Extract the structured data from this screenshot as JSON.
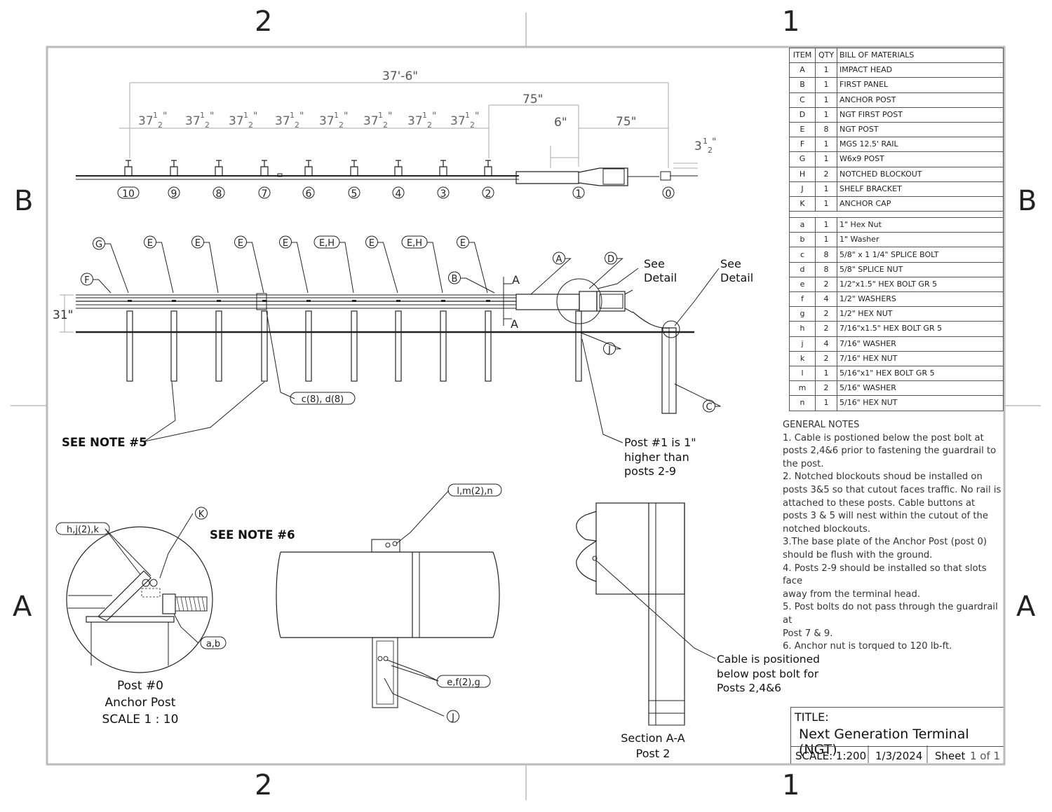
{
  "zones": {
    "top_left": "2",
    "top_right": "1",
    "bottom_left": "2",
    "bottom_right": "1",
    "left_upper": "B",
    "left_lower": "A",
    "right_upper": "B",
    "right_lower": "A"
  },
  "elevation_view": {
    "overall_dim": "37'-6\"",
    "span_dim_whole": "37",
    "span_dim_frac_num": "1",
    "span_dim_frac_den": "2",
    "span_dim_unit": "\"",
    "dim_75_upper": "75\"",
    "dim_75_lower": "75\"",
    "dim_6": "6\"",
    "dim_3_whole": "3",
    "dim_3_num": "1",
    "dim_3_den": "2",
    "dim_3_unit": "\"",
    "post_numbers": [
      "10",
      "9",
      "8",
      "7",
      "6",
      "5",
      "4",
      "3",
      "2",
      "1",
      "0"
    ]
  },
  "plan_view": {
    "callouts": [
      "G",
      "E",
      "E",
      "E",
      "E",
      "E,H",
      "E",
      "E,H",
      "E",
      "F",
      "B",
      "A",
      "D",
      "J",
      "C"
    ],
    "height_dim": "31\"",
    "section_mark": "A",
    "see_detail_1": [
      "See",
      "Detail"
    ],
    "see_detail_2": [
      "See",
      "Detail"
    ],
    "splice_callout": "c(8), d(8)",
    "see_note_5": "SEE NOTE #5",
    "post1_note": [
      "Post #1 is 1\"",
      "higher than",
      "posts 2-9"
    ]
  },
  "detail_post0": {
    "callout_hjk": "h,j(2),k",
    "callout_k": "K",
    "callout_ab": "a,b",
    "see_note_6": "SEE NOTE #6",
    "caption": [
      "Post #0",
      "Anchor Post",
      "SCALE 1 : 10"
    ]
  },
  "detail_head": {
    "callout_lmn": "l,m(2),n",
    "callout_efg": "e,f(2),g",
    "callout_j": "J"
  },
  "section_aa": {
    "cable_note": [
      "Cable is positioned",
      "below post bolt for",
      "Posts 2,4&6"
    ],
    "caption": [
      "Section A-A",
      "Post 2"
    ]
  },
  "bom": {
    "headers": [
      "ITEM",
      "QTY",
      "BILL OF MATERIALS"
    ],
    "rows_upper": [
      [
        "A",
        "1",
        "IMPACT HEAD"
      ],
      [
        "B",
        "1",
        "FIRST PANEL"
      ],
      [
        "C",
        "1",
        "ANCHOR POST"
      ],
      [
        "D",
        "1",
        "NGT FIRST POST"
      ],
      [
        "E",
        "8",
        "NGT POST"
      ],
      [
        "F",
        "1",
        "MGS 12.5' RAIL"
      ],
      [
        "G",
        "1",
        "W6x9 POST"
      ],
      [
        "H",
        "2",
        "NOTCHED BLOCKOUT"
      ],
      [
        "J",
        "1",
        "SHELF BRACKET"
      ],
      [
        "K",
        "1",
        "ANCHOR CAP"
      ]
    ],
    "rows_lower": [
      [
        "a",
        "1",
        "1\" Hex Nut"
      ],
      [
        "b",
        "1",
        "1\" Washer"
      ],
      [
        "c",
        "8",
        "5/8\" x 1 1/4\" SPLICE BOLT"
      ],
      [
        "d",
        "8",
        "5/8\" SPLICE NUT"
      ],
      [
        "e",
        "2",
        "1/2\"x1.5\" HEX BOLT GR 5"
      ],
      [
        "f",
        "4",
        "1/2\" WASHERS"
      ],
      [
        "g",
        "2",
        "1/2\" HEX NUT"
      ],
      [
        "h",
        "2",
        "7/16\"x1.5\" HEX BOLT GR 5"
      ],
      [
        "j",
        "4",
        "7/16\" WASHER"
      ],
      [
        "k",
        "2",
        "7/16\" HEX NUT"
      ],
      [
        "l",
        "1",
        "5/16\"x1\" HEX BOLT GR 5"
      ],
      [
        "m",
        "2",
        "5/16\" WASHER"
      ],
      [
        "n",
        "1",
        "5/16\" HEX NUT"
      ]
    ]
  },
  "general_notes": {
    "heading": "GENERAL NOTES",
    "lines": [
      "1. Cable is postioned below the post bolt at",
      "posts 2,4&6 prior to fastening the guardrail to",
      "the post.",
      "2. Notched blockouts shoud be installed on",
      "posts 3&5 so that cutout faces traffic. No rail is",
      "attached to these posts. Cable buttons at",
      "posts 3 & 5 will nest within the cutout of the",
      "notched blockouts.",
      "3.The base plate of the Anchor Post (post 0)",
      "should be flush with the ground.",
      "4. Posts 2-9 should be installed so that slots face",
      "away from the terminal head.",
      "5. Post bolts do not pass through the guardrail at",
      "Post 7 & 9.",
      "6. Anchor nut is torqued to 120 lb-ft."
    ]
  },
  "title_block": {
    "title_label": "TITLE:",
    "title_value": "Next Generation Terminal (NGT)",
    "scale": "SCALE: 1:200",
    "date": "1/3/2024",
    "sheet_label": "Sheet",
    "sheet_value": "1 of 1"
  }
}
